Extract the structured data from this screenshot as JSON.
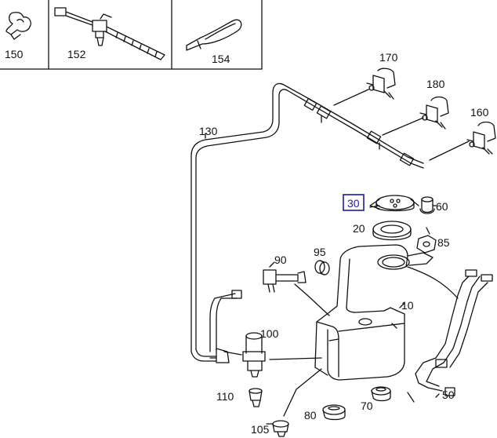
{
  "parts": {
    "p150": "150",
    "p152": "152",
    "p154": "154",
    "p170": "170",
    "p180": "180",
    "p160": "160",
    "p130": "130",
    "p30": "30",
    "p60": "60",
    "p20": "20",
    "p85": "85",
    "p90": "90",
    "p95": "95",
    "p10": "10",
    "p100": "100",
    "p110": "110",
    "p50": "50",
    "p70": "70",
    "p80": "80",
    "p105": "105"
  },
  "selected_part": "30",
  "colors": {
    "line": "#111111",
    "highlight": "#1a1aa8"
  },
  "icons": {
    "clip": "clip-icon",
    "cable_tie": "cable-tie-icon",
    "strap": "strap-icon",
    "nozzle": "washer-nozzle-icon",
    "hose": "washer-hose-icon",
    "reservoir": "washer-reservoir-icon",
    "pump": "washer-pump-icon"
  }
}
